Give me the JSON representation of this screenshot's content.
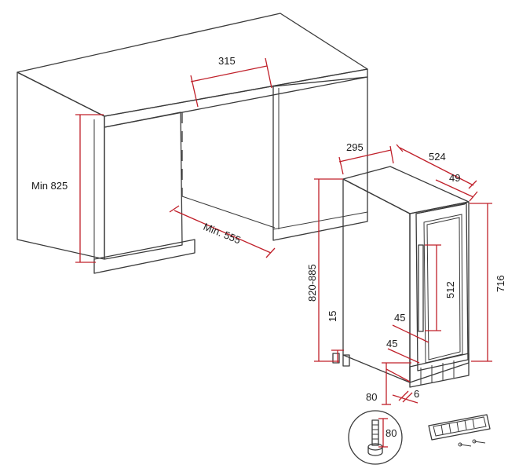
{
  "dimensions": {
    "niche_width": "315",
    "min_height": "Min 825",
    "min_depth": "Min. 555",
    "appliance_width": "295",
    "appliance_depth": "524",
    "door_thickness": "49",
    "adjustable_height": "820-885",
    "total_height": "716",
    "handle_length": "512",
    "handle_top_offset": "45",
    "handle_side_offset": "45",
    "leg_height": "15",
    "plinth_height": "80",
    "plinth_gap": "6",
    "foot_detail_height": "80"
  },
  "colors": {
    "line": "#3a3a3a",
    "dimension": "#c0202a",
    "background": "#ffffff"
  }
}
